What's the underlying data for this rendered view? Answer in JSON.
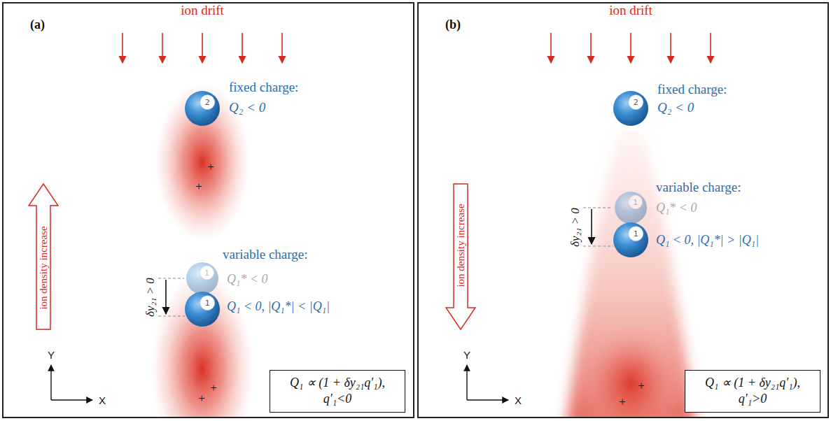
{
  "diagram": {
    "nodes": [
      {
        "text": [
          "(a)"
        ]
      },
      {
        "text": [
          "2"
        ],
        "in": 0
      },
      {
        "text": [
          "1"
        ],
        "in": 0
      },
      {
        "text": [
          "1"
        ],
        "in": 0
      },
      {
        "text": [
          "ion density increase"
        ],
        "in": 0
      },
      {
        "text": [
          "Q₁ ∝ (1 + δy₂₁q′₁), q′₁<0"
        ],
        "in": 0
      },
      {
        "text": [
          "(b)"
        ]
      },
      {
        "text": [
          "2"
        ],
        "in": 6
      },
      {
        "text": [
          "1"
        ],
        "in": 6
      },
      {
        "text": [
          "1"
        ],
        "in": 6
      },
      {
        "text": [
          "ion density increase"
        ],
        "in": 6
      },
      {
        "text": [
          "Q₁ ∝ (1 + δy₂₁q′₁), q′₁>0"
        ],
        "in": 6
      }
    ],
    "labels": [
      "ion drift",
      "fixed charge:",
      "Q₂ < 0",
      "variable charge:",
      "Q₁* < 0",
      "Q₁ < 0, |Q₁*| < |Q₁|",
      "δy₂₁ > 0",
      "Y",
      "X",
      "+",
      "+",
      "+",
      "+",
      "ion drift",
      "fixed charge:",
      "Q₂ < 0",
      "variable charge:",
      "Q₁* < 0",
      "Q₁ < 0, |Q₁*| > |Q₁|",
      "δy₂₁ > 0",
      "Y",
      "X",
      "+",
      "+"
    ]
  }
}
